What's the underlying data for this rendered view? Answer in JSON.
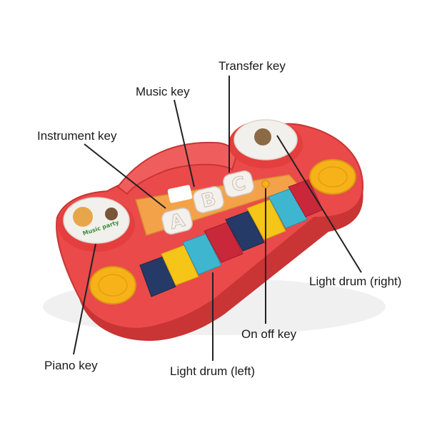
{
  "labels": {
    "transfer_key": "Transfer key",
    "music_key": "Music key",
    "instrument_key": "Instrument key",
    "light_drum_right": "Light drum (right)",
    "on_off_key": "On off key",
    "piano_key": "Piano key",
    "light_drum_left": "Light drum (left)"
  },
  "toy": {
    "drum_text": "Music party",
    "alphabet": [
      "A",
      "B",
      "C"
    ]
  },
  "colors": {
    "body": "#ea4a4a",
    "body_dark": "#c93434",
    "drum_face": "#f2f0ec",
    "speaker": "#f7b21a",
    "key_navy": "#253a66",
    "key_yellow": "#f5c518",
    "key_cyan": "#3fb6cf",
    "key_red": "#c8283a",
    "panel": "#f3a24a",
    "leader": "#222222"
  }
}
